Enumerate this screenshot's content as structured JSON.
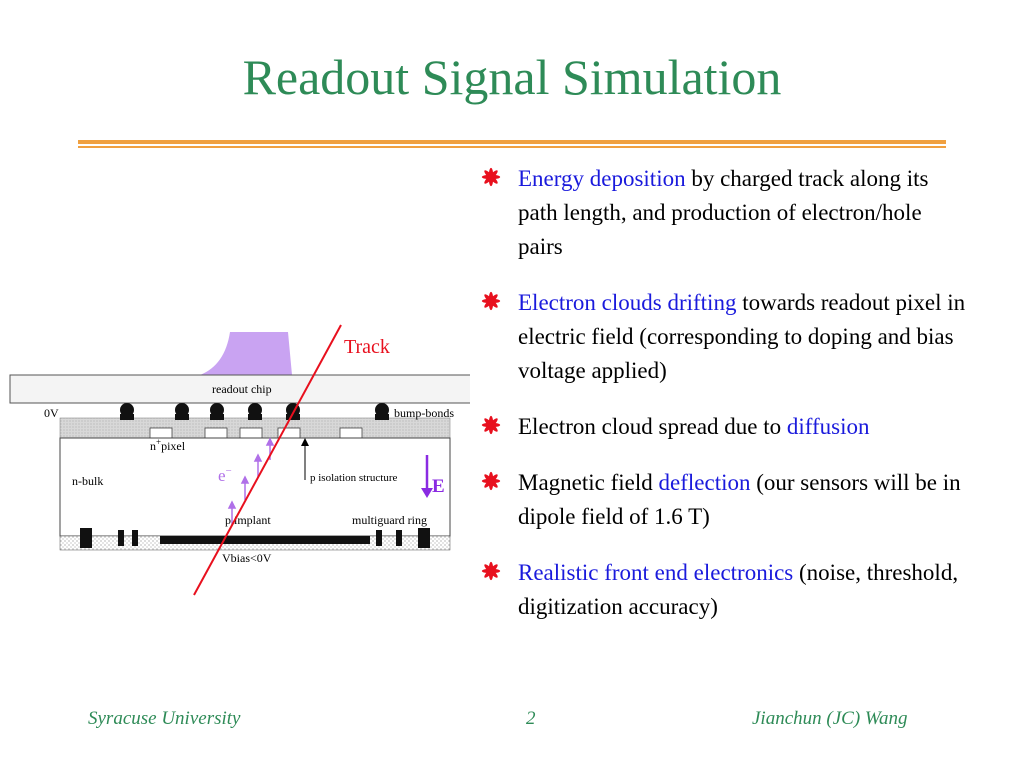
{
  "slide": {
    "title": "Readout Signal Simulation",
    "bullets": [
      {
        "segments": [
          {
            "text": "Energy deposition",
            "highlight": true
          },
          {
            "text": " by charged track along its path length, and production of electron/hole pairs",
            "highlight": false
          }
        ]
      },
      {
        "segments": [
          {
            "text": "Electron clouds drifting",
            "highlight": true
          },
          {
            "text": " towards readout pixel in electric field (corresponding to doping and bias voltage applied)",
            "highlight": false
          }
        ]
      },
      {
        "segments": [
          {
            "text": "Electron cloud spread due to ",
            "highlight": false
          },
          {
            "text": "diffusion",
            "highlight": true
          }
        ]
      },
      {
        "segments": [
          {
            "text": "Magnetic field ",
            "highlight": false
          },
          {
            "text": "deflection",
            "highlight": true
          },
          {
            "text": " (our sensors will be in dipole field of 1.6 T)",
            "highlight": false
          }
        ]
      },
      {
        "segments": [
          {
            "text": "Realistic front end electronics",
            "highlight": true
          },
          {
            "text": " (noise, threshold, digitization accuracy)",
            "highlight": false
          }
        ]
      }
    ],
    "bullet_icon": "asterisk-flower-icon"
  },
  "diagram": {
    "track_label": "Track",
    "readout_chip_label": "readout chip",
    "zero_v_label": "0V",
    "bump_bonds_label": "bump-bonds",
    "n_pixel_label": "n",
    "n_pixel_sup": "+",
    "n_pixel_suffix": "pixel",
    "n_bulk_label": "n-bulk",
    "electron_label": "e",
    "electron_sup": "−",
    "isolation_label": "p isolation structure",
    "field_label": "E",
    "p_implant_label": "p implant",
    "guard_ring_label": "multiguard ring",
    "vbias_label": "Vbias<0V"
  },
  "footer": {
    "left": "Syracuse University",
    "center": "2",
    "right": "Jianchun (JC) Wang"
  },
  "colors": {
    "title": "#2e8b57",
    "rule": "#f0a040",
    "highlight": "#1a1adc",
    "bullet_icon": "#e8101e",
    "track": "#e8101e",
    "charge_profile": "#c9a3f2",
    "arrows": "#b070e8"
  }
}
